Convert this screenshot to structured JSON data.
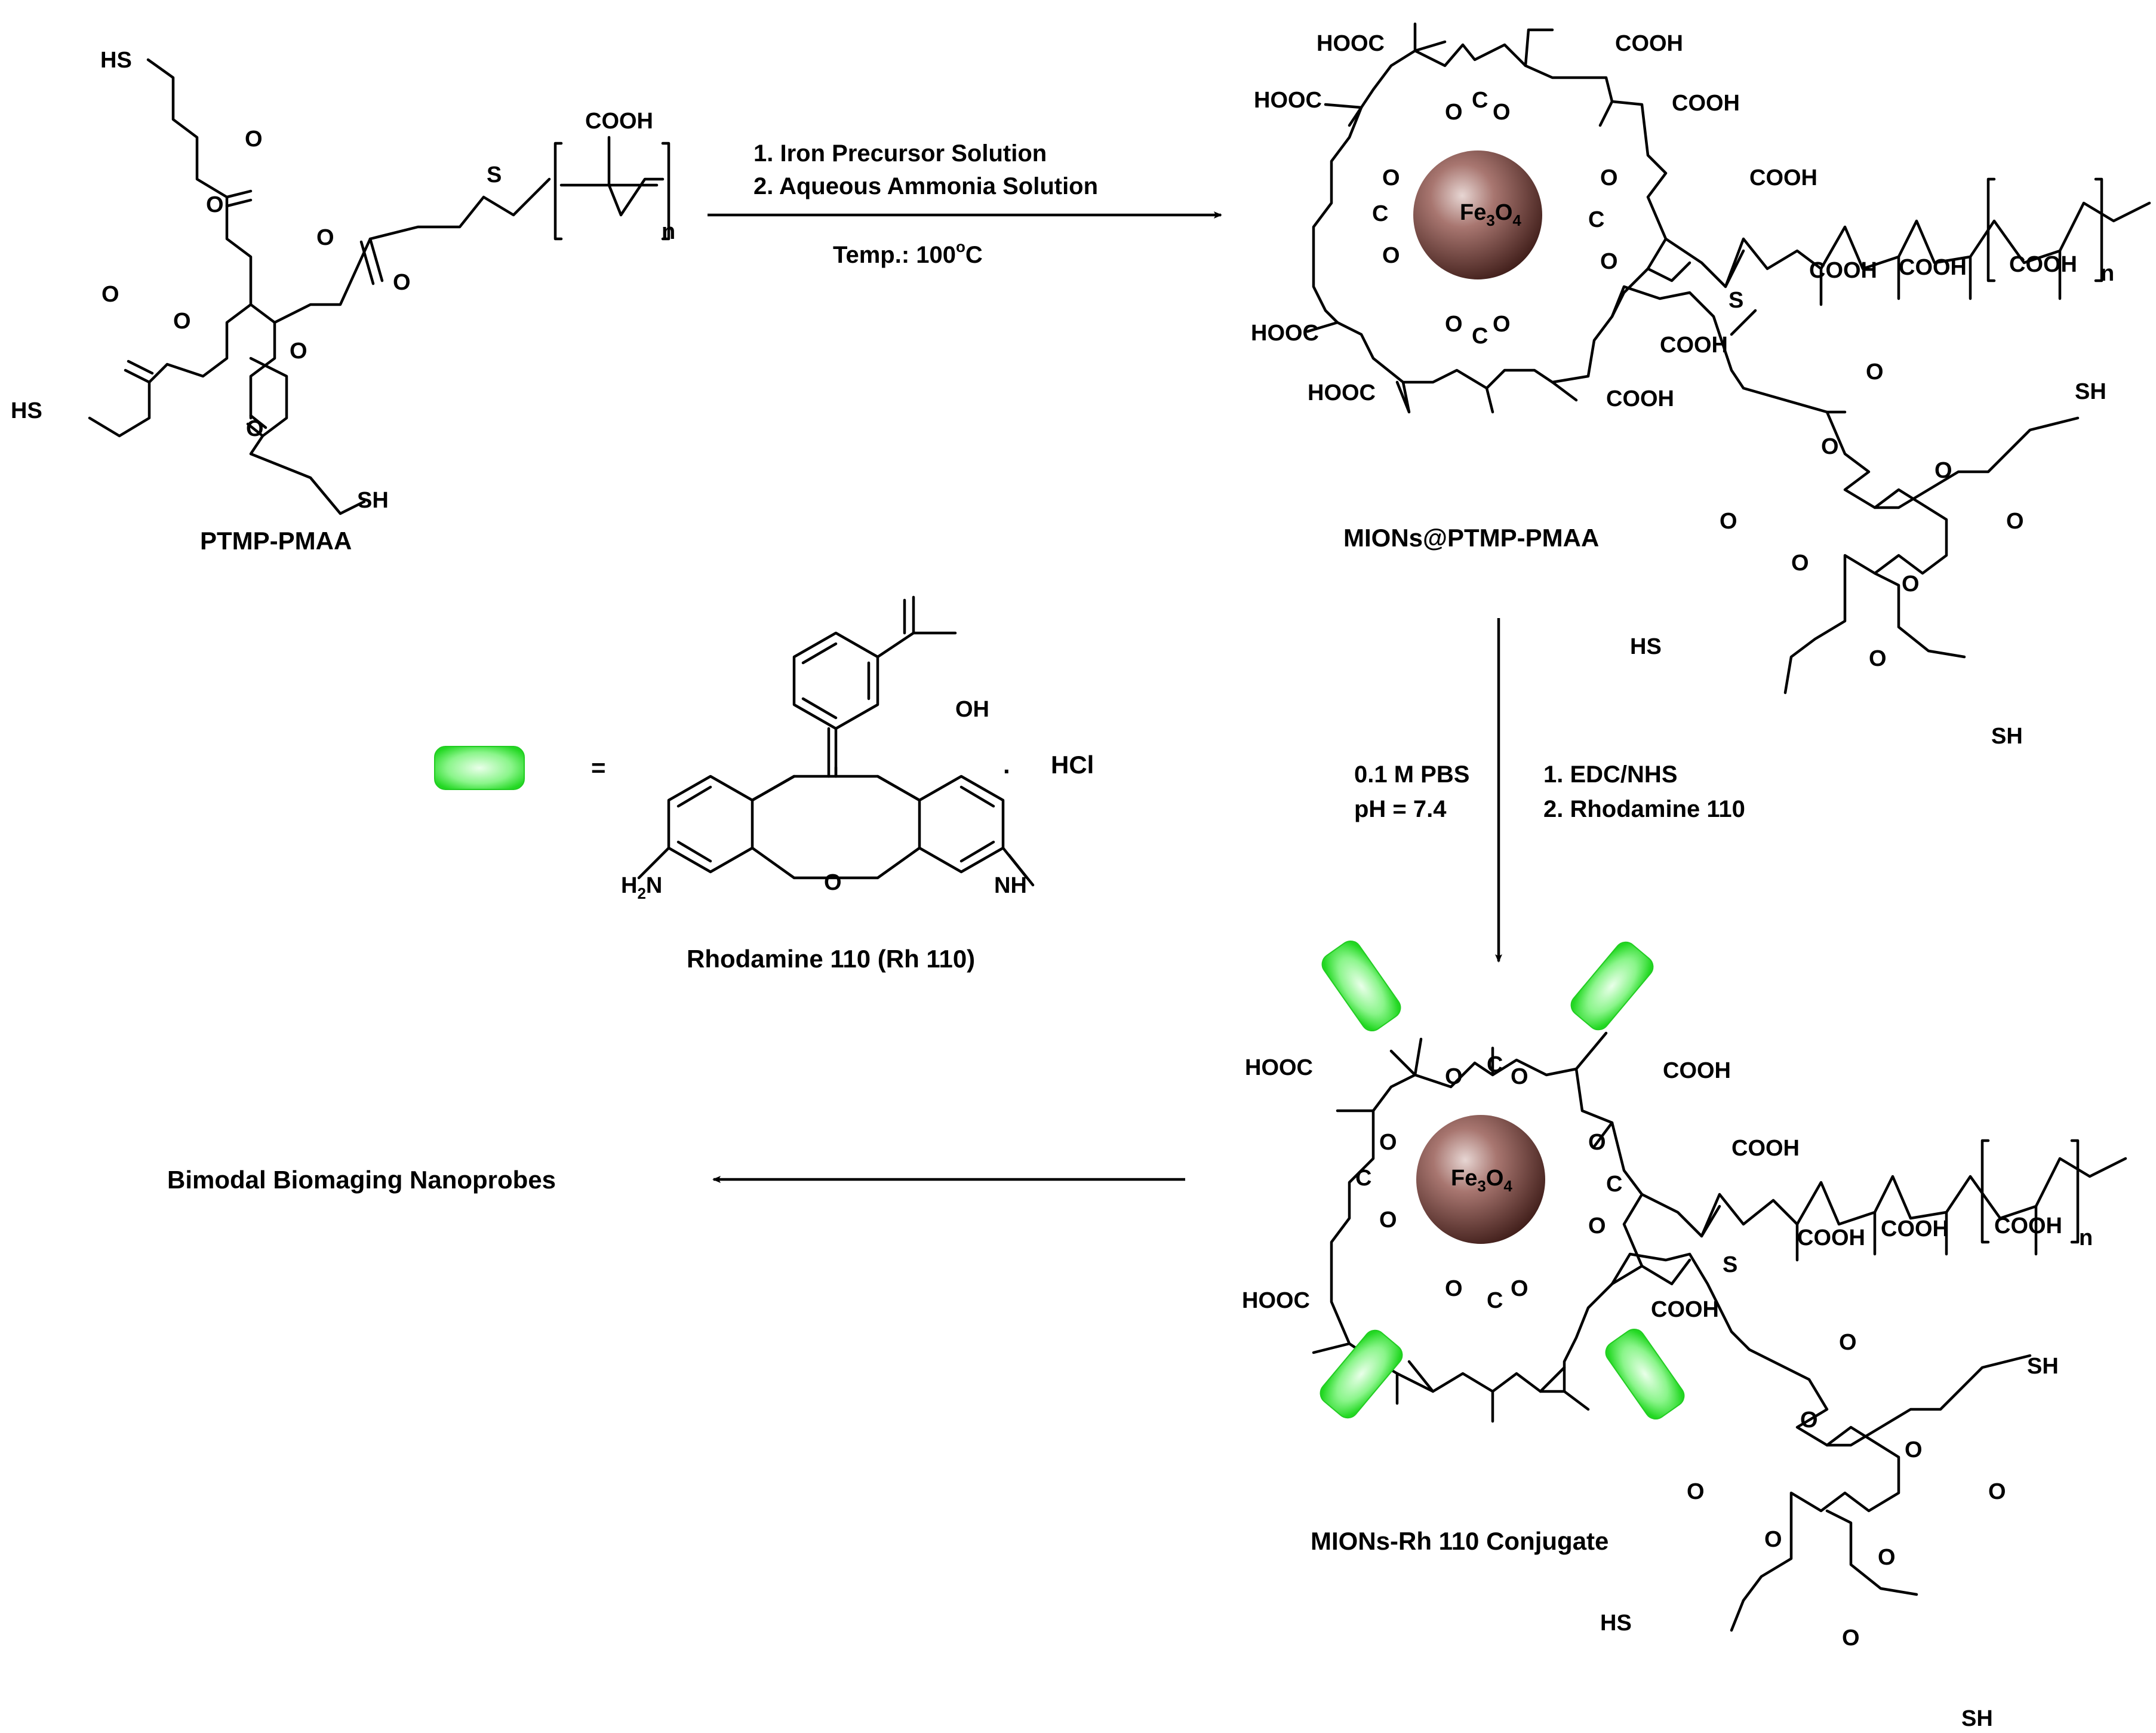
{
  "reagents_step1": {
    "line1": "1. Iron Precursor Solution",
    "line2": "2. Aqueous Ammonia Solution",
    "temp": "Temp.: 100",
    "temp_sup": "o",
    "temp_unit": "C"
  },
  "compound_labels": {
    "ptmp_pmaa": "PTMP-PMAA",
    "mions_ptmp": "MIONs@PTMP-PMAA",
    "rhodamine": "Rhodamine 110 (Rh 110)",
    "conjugate": "MIONs-Rh 110 Conjugate",
    "product": "Bimodal Biomaging Nanoprobes"
  },
  "reagents_step2": {
    "left_line1": "0.1 M PBS",
    "left_line2": "pH = 7.4",
    "right_line1": "1. EDC/NHS",
    "right_line2": "2. Rhodamine 110"
  },
  "legend": {
    "equals": "=",
    "dot": ".",
    "hcl": "HCl"
  },
  "core": {
    "fe": "Fe",
    "sub3": "3",
    "o": "O",
    "sub4": "4"
  },
  "atoms": {
    "SH": "SH",
    "HS": "HS",
    "O": "O",
    "S": "S",
    "C": "C",
    "n": "n",
    "COOH": "COOH",
    "HOOC": "HOOC",
    "OH": "OH",
    "H2N_H": "H",
    "H2N_2": "2",
    "H2N_N": "N",
    "NH": "NH"
  },
  "colors": {
    "core_dark": "#4a2420",
    "core_mid": "#8a5a54",
    "core_light": "#e7d6d3",
    "tag_green": "#33ee33",
    "tag_light": "#d8ffd8"
  }
}
